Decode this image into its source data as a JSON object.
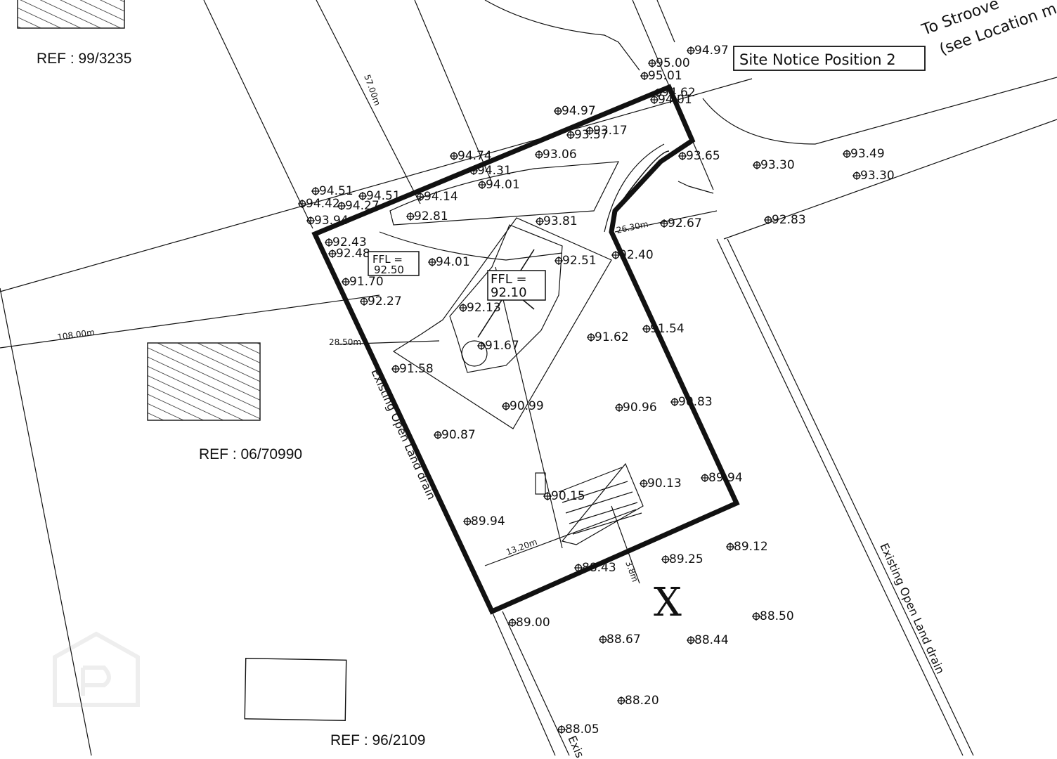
{
  "site_notice": "Site Notice Position 2",
  "direction_label": {
    "line1": "To Stroove",
    "line2": "(see Location m"
  },
  "refs": [
    "REF : 99/3235",
    "REF : 06/70990",
    "REF : 96/2109"
  ],
  "ffl_labels": [
    {
      "line1": "FFL =",
      "line2": "92.50"
    },
    {
      "line1": "FFL =",
      "line2": "92.10"
    }
  ],
  "dimensions": [
    "57.00m",
    "108.00m",
    "28.50m",
    "26.30m",
    "13.20m",
    "3.8m"
  ],
  "drain_labels": [
    "Existing Open Land drain",
    "Existing Open Land drain",
    "Exis"
  ],
  "marker_x": "X",
  "levels": [
    "94.97",
    "95.00",
    "95.01",
    "94.62",
    "94.01",
    "94.97",
    "93.57",
    "93.17",
    "94.74",
    "93.06",
    "94.31",
    "94.01",
    "94.51",
    "94.42",
    "94.27",
    "94.51",
    "94.14",
    "93.94",
    "92.81",
    "93.81",
    "93.65",
    "93.30",
    "93.49",
    "93.30",
    "92.83",
    "92.67",
    "92.43",
    "92.48",
    "94.01",
    "92.51",
    "92.40",
    "91.70",
    "92.27",
    "92.13",
    "91.67",
    "91.62",
    "91.54",
    "91.58",
    "90.99",
    "90.96",
    "90.83",
    "90.87",
    "90.13",
    "89.94",
    "90.15",
    "89.94",
    "89.25",
    "89.12",
    "88.43",
    "89.00",
    "88.67",
    "88.44",
    "88.50",
    "88.20",
    "88.05"
  ]
}
